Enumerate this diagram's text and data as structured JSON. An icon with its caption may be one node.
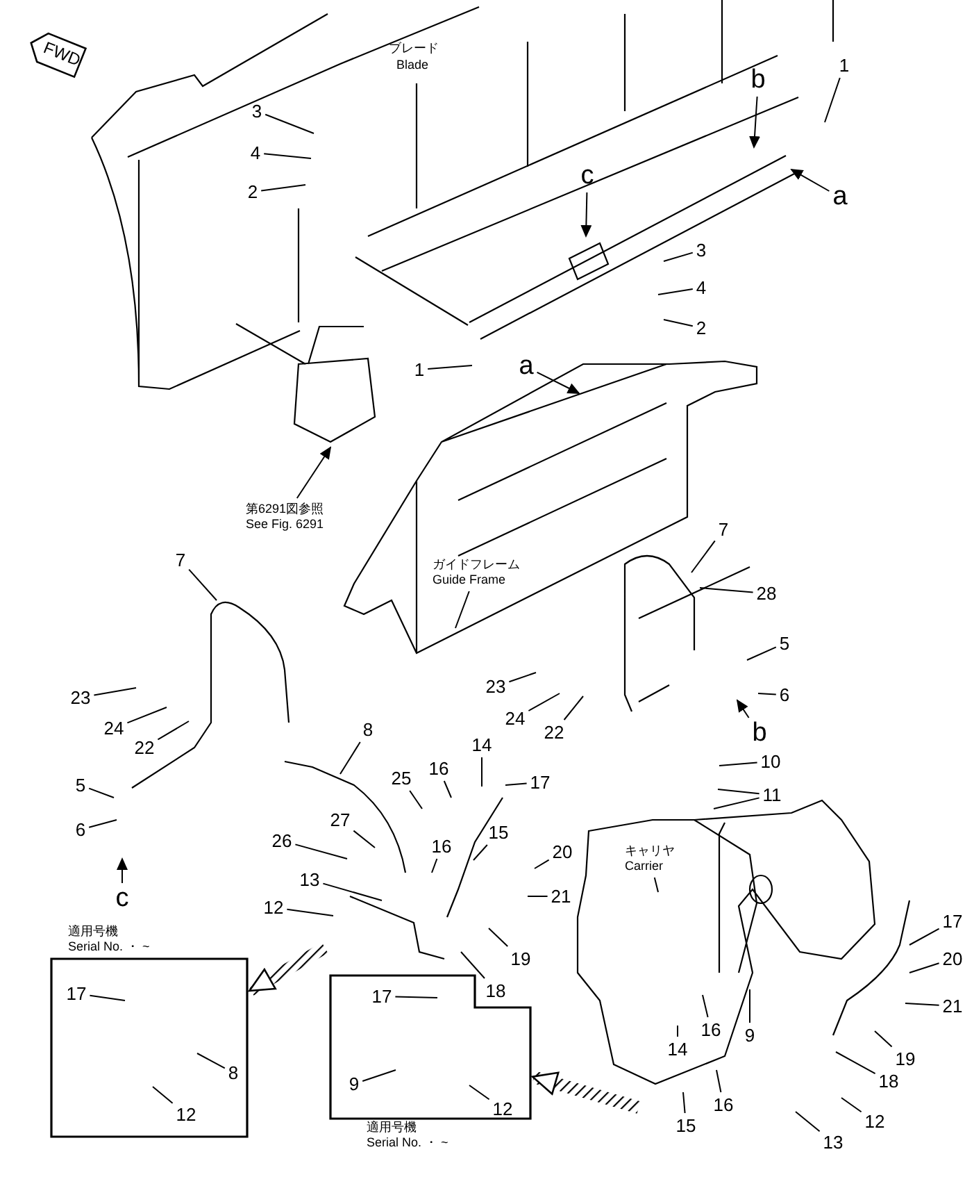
{
  "diagram": {
    "nodes": [
      {
        "text": [
          "FWD"
        ]
      },
      {
        "text": [
          "3"
        ]
      },
      {
        "text": [
          "4"
        ]
      },
      {
        "text": [
          "2"
        ]
      },
      {
        "text": [
          "1"
        ]
      },
      {
        "text": [
          "b"
        ]
      },
      {
        "text": [
          "a"
        ]
      },
      {
        "text": [
          "c"
        ]
      },
      {
        "text": [
          "3"
        ]
      },
      {
        "text": [
          "4"
        ]
      },
      {
        "text": [
          "2"
        ]
      },
      {
        "text": [
          "1"
        ]
      },
      {
        "text": [
          "a"
        ]
      },
      {
        "text": [
          "第6291図参照",
          "See Fig. 6291"
        ]
      },
      {
        "text": [
          "ガイドフレーム",
          "Guide Frame"
        ]
      },
      {
        "text": [
          "7"
        ]
      },
      {
        "text": [
          "7"
        ]
      },
      {
        "text": [
          "28"
        ]
      },
      {
        "text": [
          "5"
        ]
      },
      {
        "text": [
          "23"
        ]
      },
      {
        "text": [
          "6"
        ]
      },
      {
        "text": [
          "23"
        ]
      },
      {
        "text": [
          "24"
        ]
      },
      {
        "text": [
          "24"
        ]
      },
      {
        "text": [
          "22"
        ]
      },
      {
        "text": [
          "8"
        ]
      },
      {
        "text": [
          "22"
        ]
      },
      {
        "text": [
          "b"
        ]
      },
      {
        "text": [
          "14"
        ]
      },
      {
        "text": [
          "10"
        ]
      },
      {
        "text": [
          "16"
        ]
      },
      {
        "text": [
          "25"
        ]
      },
      {
        "text": [
          "5"
        ]
      },
      {
        "text": [
          "17"
        ]
      },
      {
        "text": [
          "11"
        ]
      },
      {
        "text": [
          "27"
        ]
      },
      {
        "text": [
          "15"
        ]
      },
      {
        "text": [
          "6"
        ]
      },
      {
        "text": [
          "26"
        ]
      },
      {
        "text": [
          "16"
        ]
      },
      {
        "text": [
          "20"
        ]
      },
      {
        "text": [
          "キャリヤ",
          "Carrier"
        ]
      },
      {
        "text": [
          "13"
        ]
      },
      {
        "text": [
          "c"
        ]
      },
      {
        "text": [
          "21"
        ]
      },
      {
        "text": [
          "12"
        ]
      },
      {
        "text": [
          "17"
        ]
      },
      {
        "text": [
          "20"
        ]
      },
      {
        "text": [
          "19"
        ]
      },
      {
        "text": [
          "18"
        ]
      },
      {
        "text": [
          "適用号機",
          "Serial No. ・ ~"
        ]
      },
      {
        "text": [
          "17"
        ],
        "in": 50
      },
      {
        "text": [
          "8"
        ],
        "in": 50
      },
      {
        "text": [
          "12"
        ],
        "in": 50
      },
      {
        "text": [
          "21"
        ]
      },
      {
        "text": [
          "適用号機",
          "Serial No. ・ ~"
        ]
      },
      {
        "text": [
          "17"
        ],
        "in": 55
      },
      {
        "text": [
          "9"
        ],
        "in": 55
      },
      {
        "text": [
          "12"
        ],
        "in": 55
      },
      {
        "text": [
          "16"
        ]
      },
      {
        "text": [
          "9"
        ]
      },
      {
        "text": [
          "14"
        ]
      },
      {
        "text": [
          "19"
        ]
      },
      {
        "text": [
          "18"
        ]
      },
      {
        "text": [
          "16"
        ]
      },
      {
        "text": [
          "12"
        ]
      },
      {
        "text": [
          "15"
        ]
      },
      {
        "text": [
          "13"
        ]
      }
    ],
    "edges": [
      {
        "from": 1,
        "to": null,
        "arrow": "none"
      },
      {
        "from": 2,
        "to": null,
        "arrow": "none"
      },
      {
        "from": 3,
        "to": null,
        "arrow": "none"
      },
      {
        "from": 4,
        "to": null,
        "arrow": "none"
      },
      {
        "from": 5,
        "to": null,
        "arrow": "to"
      },
      {
        "from": 6,
        "to": null,
        "arrow": "to"
      },
      {
        "from": 7,
        "to": null,
        "arrow": "to"
      },
      {
        "from": 8,
        "to": null,
        "arrow": "none"
      },
      {
        "from": 9,
        "to": null,
        "arrow": "none"
      },
      {
        "from": 10,
        "to": null,
        "arrow": "none"
      },
      {
        "from": 11,
        "to": null,
        "arrow": "none"
      },
      {
        "from": 12,
        "to": null,
        "arrow": "to"
      },
      {
        "from": 13,
        "to": null,
        "arrow": "to"
      },
      {
        "from": 14,
        "to": null,
        "arrow": "none"
      },
      {
        "from": 15,
        "to": null,
        "arrow": "none"
      },
      {
        "from": 16,
        "to": null,
        "arrow": "none"
      },
      {
        "from": 17,
        "to": null,
        "arrow": "none"
      },
      {
        "from": 18,
        "to": null,
        "arrow": "none"
      },
      {
        "from": 19,
        "to": null,
        "arrow": "none"
      },
      {
        "from": 20,
        "to": null,
        "arrow": "none"
      },
      {
        "from": 21,
        "to": null,
        "arrow": "none"
      },
      {
        "from": 22,
        "to": null,
        "arrow": "none"
      },
      {
        "from": 23,
        "to": null,
        "arrow": "none"
      },
      {
        "from": 24,
        "to": null,
        "arrow": "none"
      },
      {
        "from": 25,
        "to": null,
        "arrow": "none"
      },
      {
        "from": 26,
        "to": null,
        "arrow": "none"
      },
      {
        "from": 27,
        "to": null,
        "arrow": "to"
      },
      {
        "from": 28,
        "to": null,
        "arrow": "none"
      },
      {
        "from": 29,
        "to": null,
        "arrow": "none"
      },
      {
        "from": 30,
        "to": null,
        "arrow": "none"
      },
      {
        "from": 31,
        "to": null,
        "arrow": "none"
      },
      {
        "from": 32,
        "to": null,
        "arrow": "none"
      },
      {
        "from": 33,
        "to": null,
        "arrow": "none"
      },
      {
        "from": 34,
        "to": null,
        "arrow": "none"
      },
      {
        "from": 34,
        "to": null,
        "arrow": "none"
      },
      {
        "from": 35,
        "to": null,
        "arrow": "none"
      },
      {
        "from": 36,
        "to": null,
        "arrow": "none"
      },
      {
        "from": 37,
        "to": null,
        "arrow": "none"
      },
      {
        "from": 38,
        "to": null,
        "arrow": "none"
      },
      {
        "from": 39,
        "to": null,
        "arrow": "none"
      },
      {
        "from": 40,
        "to": null,
        "arrow": "none"
      },
      {
        "from": 41,
        "to": null,
        "arrow": "none"
      },
      {
        "from": 42,
        "to": null,
        "arrow": "none"
      },
      {
        "from": 43,
        "to": null,
        "arrow": "to"
      },
      {
        "from": 44,
        "to": null,
        "arrow": "none"
      },
      {
        "from": 45,
        "to": null,
        "arrow": "none"
      },
      {
        "from": 46,
        "to": null,
        "arrow": "none"
      },
      {
        "from": 47,
        "to": null,
        "arrow": "none"
      },
      {
        "from": 48,
        "to": null,
        "arrow": "none"
      },
      {
        "from": 49,
        "to": null,
        "arrow": "none"
      },
      {
        "from": 51,
        "to": null,
        "arrow": "none"
      },
      {
        "from": 52,
        "to": null,
        "arrow": "none"
      },
      {
        "from": 53,
        "to": null,
        "arrow": "none"
      },
      {
        "from": 54,
        "to": null,
        "arrow": "none"
      },
      {
        "from": 56,
        "to": null,
        "arrow": "none"
      },
      {
        "from": 57,
        "to": null,
        "arrow": "none"
      },
      {
        "from": 58,
        "to": null,
        "arrow": "none"
      },
      {
        "from": 59,
        "to": null,
        "arrow": "none"
      },
      {
        "from": 60,
        "to": null,
        "arrow": "none"
      },
      {
        "from": 61,
        "to": null,
        "arrow": "none"
      },
      {
        "from": 62,
        "to": null,
        "arrow": "none"
      },
      {
        "from": 63,
        "to": null,
        "arrow": "none"
      },
      {
        "from": 64,
        "to": null,
        "arrow": "none"
      },
      {
        "from": 65,
        "to": null,
        "arrow": "none"
      },
      {
        "from": 66,
        "to": null,
        "arrow": "none"
      },
      {
        "from": 67,
        "to": null,
        "arrow": "none"
      },
      {
        "from": null,
        "to": 50,
        "arrow": "to",
        "style": "thick"
      },
      {
        "from": null,
        "to": 55,
        "arrow": "to",
        "style": "thick"
      }
    ],
    "labels": [
      "ブレード",
      "Blade"
    ]
  }
}
